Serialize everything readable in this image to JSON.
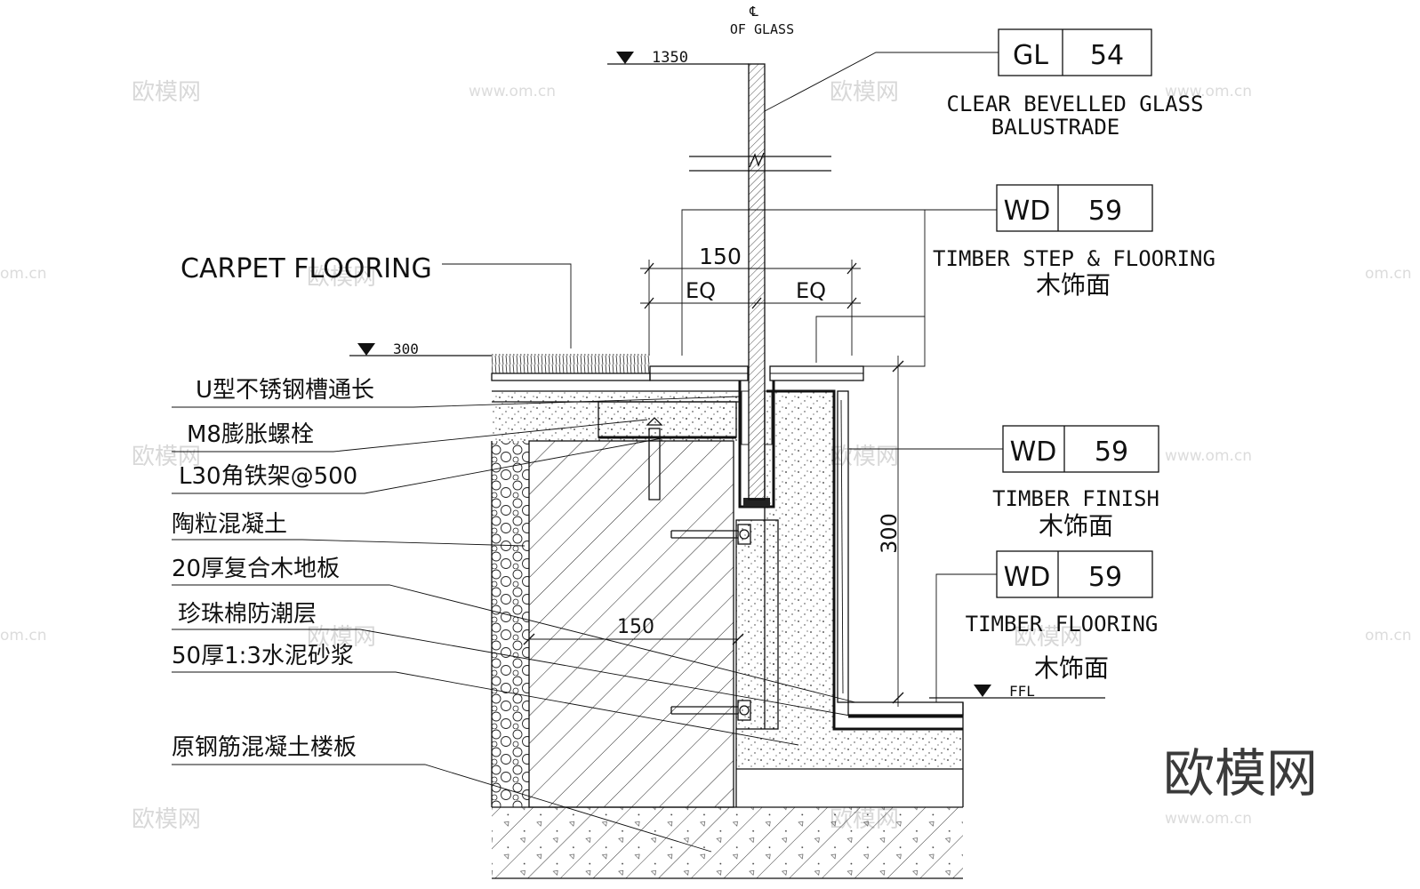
{
  "drawing": {
    "centerline_symbol": "℄",
    "centerline_label": "OF GLASS",
    "levels": {
      "top": "1350",
      "mid": "300",
      "floor": "FFL"
    },
    "dimensions": {
      "d150_top": "150",
      "eq_left": "EQ",
      "eq_right": "EQ",
      "d300": "300",
      "d150_mid": "150"
    },
    "carpet_label": "CARPET FLOORING",
    "left_labels": [
      "U型不锈钢槽通长",
      "M8膨胀螺栓",
      "L30角铁架@500",
      "陶粒混凝土",
      "20厚复合木地板",
      "珍珠棉防潮层",
      "50厚1:3水泥砂浆",
      "原钢筋混凝土楼板"
    ],
    "tags": [
      {
        "code": "GL",
        "num": "54",
        "desc1": "CLEAR BEVELLED GLASS",
        "desc2": "BALUSTRADE",
        "cn": ""
      },
      {
        "code": "WD",
        "num": "59",
        "desc1": "TIMBER STEP & FLOORING",
        "desc2": "",
        "cn": "木饰面"
      },
      {
        "code": "WD",
        "num": "59",
        "desc1": "TIMBER FINISH",
        "desc2": "",
        "cn": "木饰面"
      },
      {
        "code": "WD",
        "num": "59",
        "desc1": "TIMBER FLOORING",
        "desc2": "",
        "cn": "木饰面"
      }
    ],
    "watermark_cn": "欧模网",
    "watermark_url": "www.om.cn",
    "watermark_url_partial": "om.cn",
    "brand_logo": "欧模网"
  }
}
